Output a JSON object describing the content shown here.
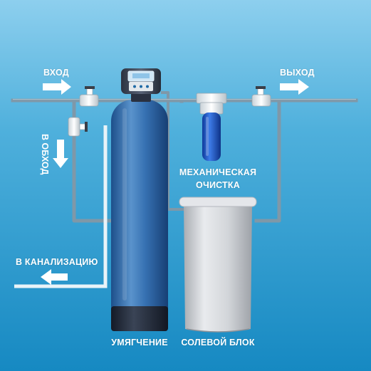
{
  "labels": {
    "inlet": "ВХОД",
    "outlet": "ВЫХОД",
    "bypass": "В ОБХОД",
    "drain": "В КАНАЛИЗАЦИЮ",
    "mechanical_line1": "МЕХАНИЧЕСКАЯ",
    "mechanical_line2": "ОЧИСТКА",
    "softening": "УМЯГЧЕНИЕ",
    "brine": "СОЛЕВОЙ БЛОК"
  },
  "controller_display": "",
  "colors": {
    "background_top": "#7cc6e6",
    "background_bottom": "#1b8fc3",
    "pipe": "#7f98a8",
    "drain_pipe": "#e9f3f8",
    "tank_blue": "#2f6fb1",
    "tank_base": "#222a38",
    "filter_blue": "#1f57c7",
    "brine_tank": "#d6d8db"
  },
  "icons": {
    "inlet_arrow": "arrow-right-icon",
    "outlet_arrow": "arrow-right-icon",
    "bypass_arrow": "arrow-down-icon",
    "drain_arrow": "arrow-left-icon"
  }
}
